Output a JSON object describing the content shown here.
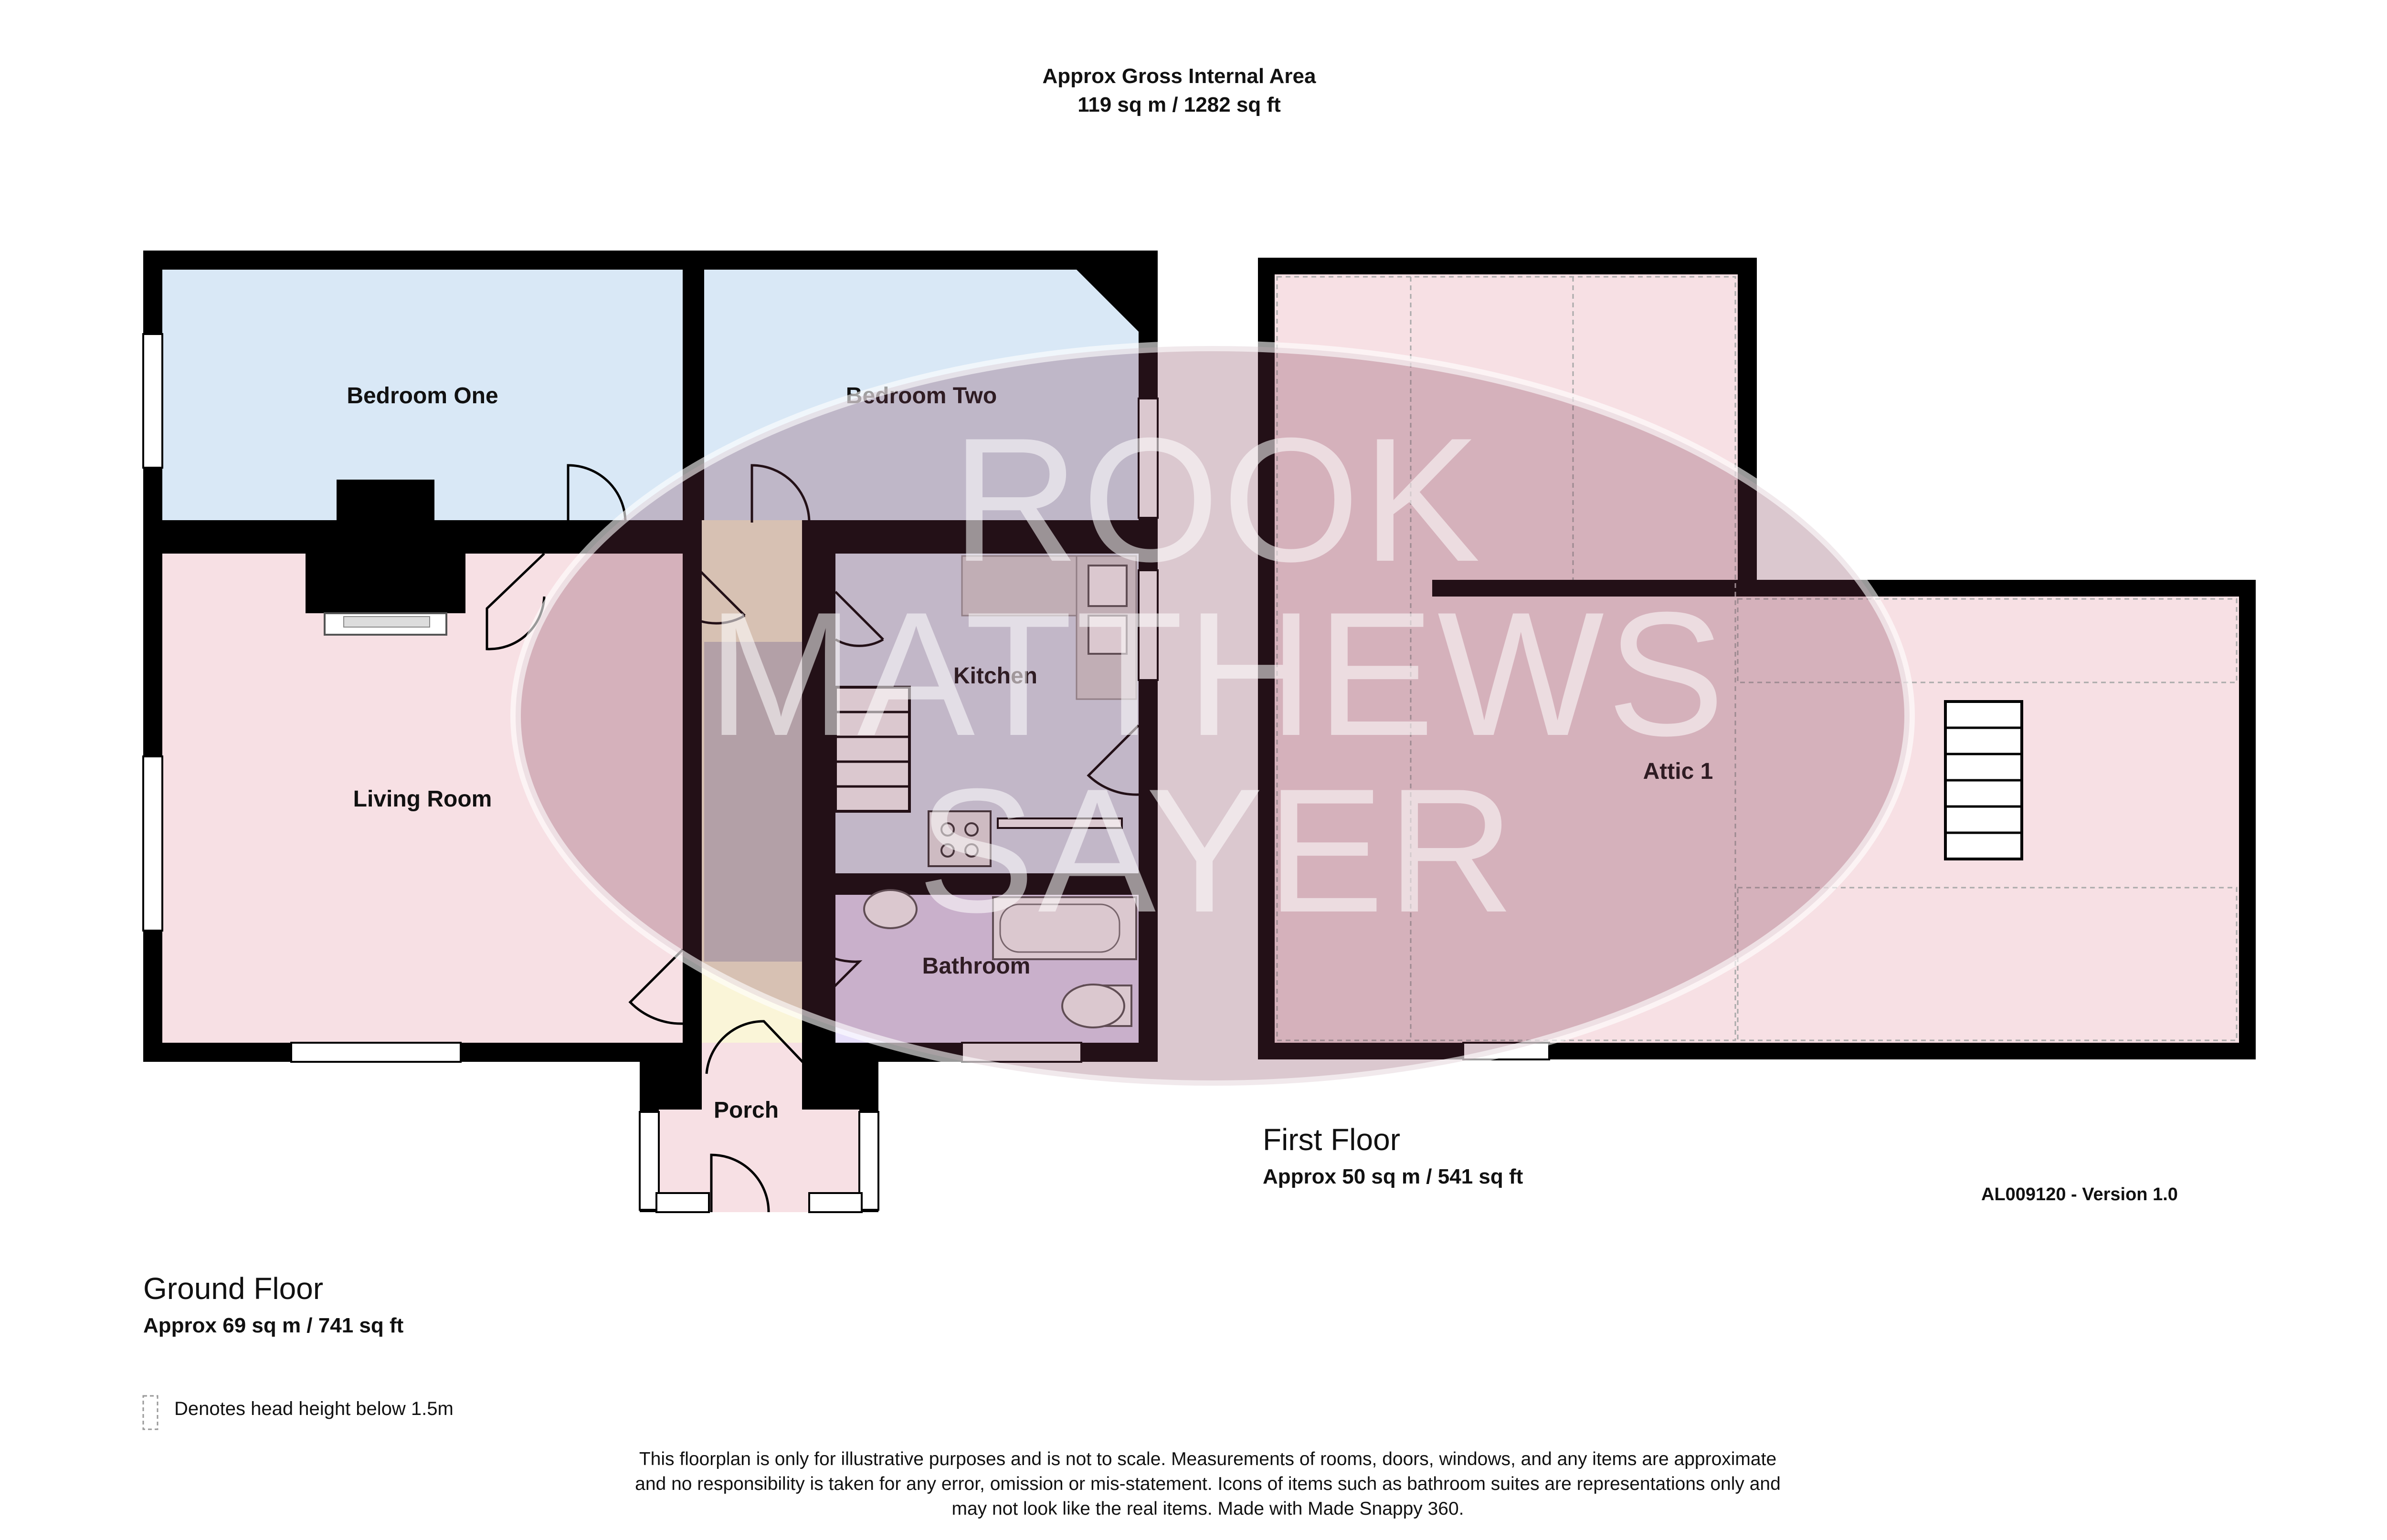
{
  "header": {
    "title": "Approx Gross Internal Area",
    "area": "119 sq m / 1282 sq ft"
  },
  "rooms": {
    "bedroom_one": "Bedroom One",
    "bedroom_two": "Bedroom Two",
    "living_room": "Living Room",
    "kitchen": "Kitchen",
    "bathroom": "Bathroom",
    "porch": "Porch",
    "attic": "Attic 1"
  },
  "ground_floor": {
    "title": "Ground Floor",
    "area": "Approx 69 sq m / 741 sq ft"
  },
  "first_floor": {
    "title": "First Floor",
    "area": "Approx 50 sq m / 541 sq ft"
  },
  "version": "AL009120 - Version 1.0",
  "legend": {
    "head_height": "Denotes head height below 1.5m"
  },
  "disclaimer": {
    "line1": "This floorplan is only for illustrative purposes and is not to scale. Measurements of rooms, doors, windows, and any items are approximate",
    "line2": "and no responsibility is taken for any error, omission or mis-statement. Icons of items such as bathroom suites are representations only and",
    "line3": "may not look like the real items. Made with Made Snappy 360."
  },
  "watermark": {
    "line1": "ROOK",
    "line2": "MATTHEWS",
    "line3": "SAYER"
  },
  "colors": {
    "bedroom": "#d9e8f6",
    "living": "#f7e0e4",
    "hall": "#faf5d8",
    "kitchen": "#dde8f5",
    "bathroom": "#e6defa",
    "porch": "#f7e0e4",
    "attic": "#f7e0e4",
    "wall": "#000000",
    "watermark": "#7f3a52"
  }
}
